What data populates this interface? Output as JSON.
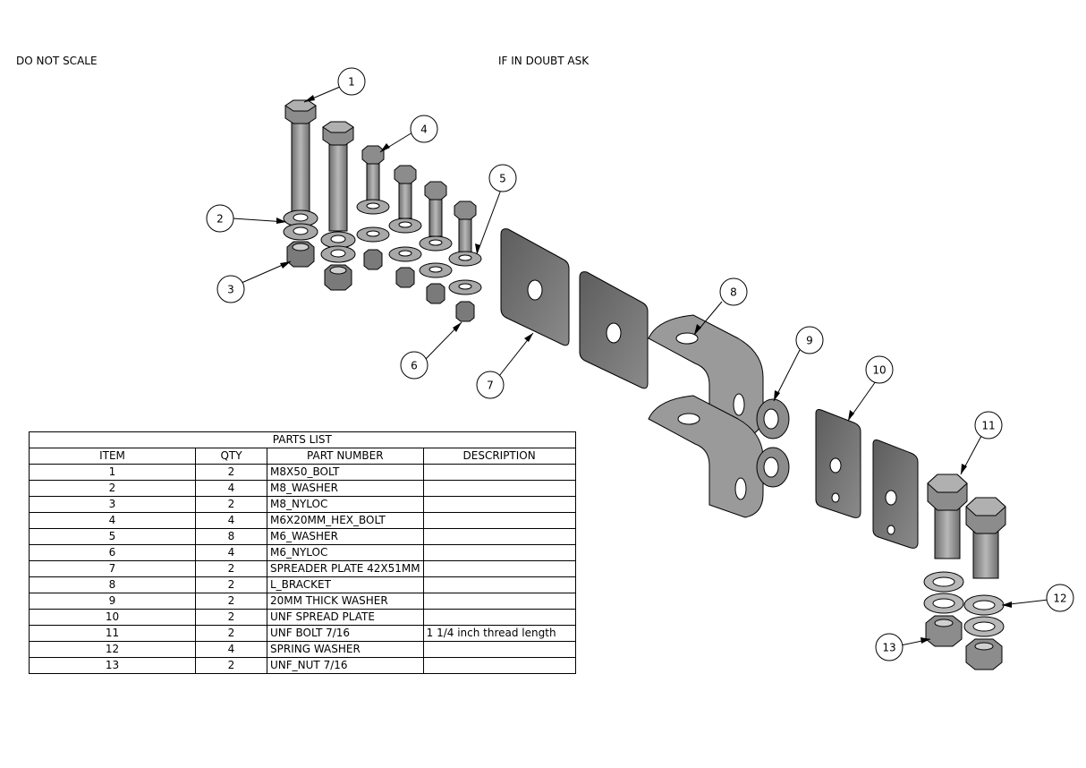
{
  "notes": {
    "left": "DO NOT SCALE",
    "right": "IF IN DOUBT ASK"
  },
  "balloons": [
    "1",
    "2",
    "3",
    "4",
    "5",
    "6",
    "7",
    "8",
    "9",
    "10",
    "11",
    "12",
    "13"
  ],
  "colors": {
    "part_fill": "#8c8c8c",
    "part_dark": "#5a5a5a",
    "part_light": "#c4c4c4",
    "line": "#000000"
  },
  "parts_list": {
    "title": "PARTS LIST",
    "headers": [
      "ITEM",
      "QTY",
      "PART NUMBER",
      "DESCRIPTION"
    ],
    "rows": [
      {
        "item": "1",
        "qty": "2",
        "part": "M8X50_BOLT",
        "desc": ""
      },
      {
        "item": "2",
        "qty": "4",
        "part": "M8_WASHER",
        "desc": ""
      },
      {
        "item": "3",
        "qty": "2",
        "part": "M8_NYLOC",
        "desc": ""
      },
      {
        "item": "4",
        "qty": "4",
        "part": "M6X20MM_HEX_BOLT",
        "desc": ""
      },
      {
        "item": "5",
        "qty": "8",
        "part": "M6_WASHER",
        "desc": ""
      },
      {
        "item": "6",
        "qty": "4",
        "part": "M6_NYLOC",
        "desc": ""
      },
      {
        "item": "7",
        "qty": "2",
        "part": "SPREADER PLATE 42X51MM",
        "desc": ""
      },
      {
        "item": "8",
        "qty": "2",
        "part": "L_BRACKET",
        "desc": ""
      },
      {
        "item": "9",
        "qty": "2",
        "part": "20MM THICK WASHER",
        "desc": ""
      },
      {
        "item": "10",
        "qty": "2",
        "part": "UNF SPREAD PLATE",
        "desc": ""
      },
      {
        "item": "11",
        "qty": "2",
        "part": "UNF BOLT 7/16",
        "desc": "1 1/4 inch thread length"
      },
      {
        "item": "12",
        "qty": "4",
        "part": "SPRING WASHER",
        "desc": ""
      },
      {
        "item": "13",
        "qty": "2",
        "part": "UNF_NUT 7/16",
        "desc": ""
      }
    ]
  }
}
